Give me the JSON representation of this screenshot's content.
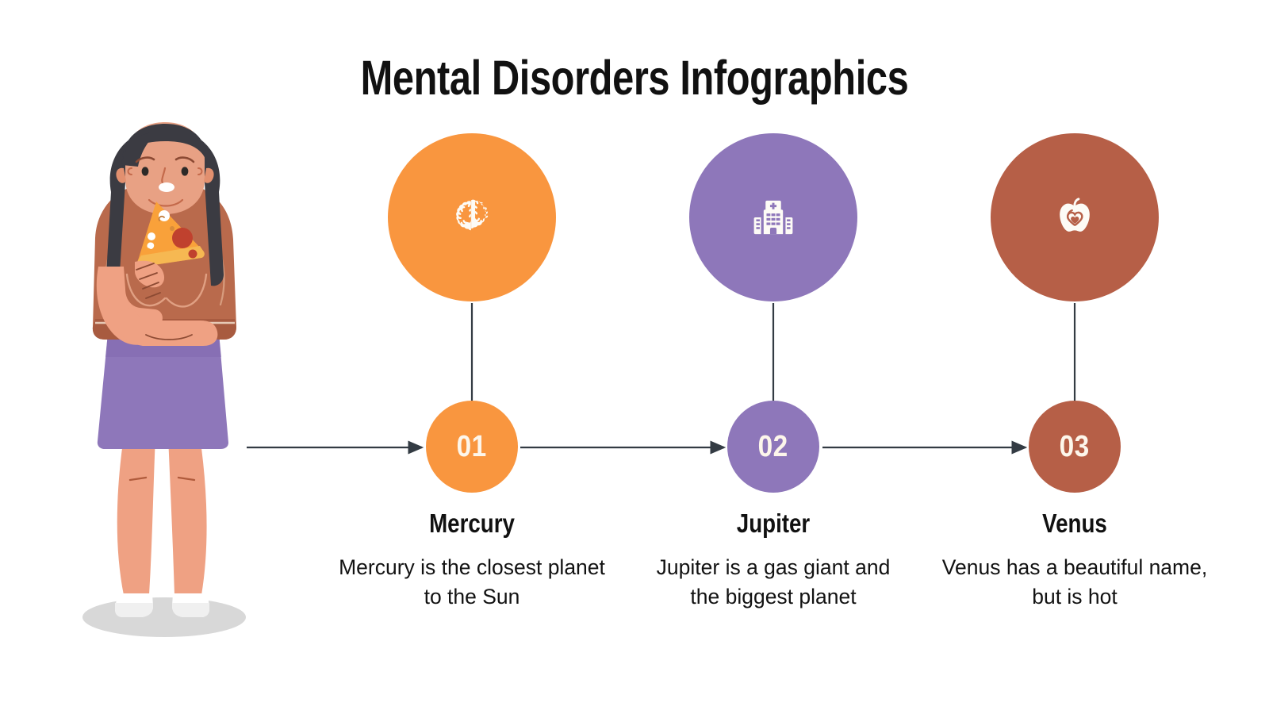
{
  "slide": {
    "title": "Mental Disorders Infographics",
    "background_color": "#FFFFFF"
  },
  "illustration": {
    "name": "woman-eating-pizza-illustration",
    "description": "Flat illustration of a woman with long dark hair eating a slice of pizza",
    "colors": {
      "hair": "#3B3B42",
      "skin": "#EFA183",
      "skin_shadow": "#E2906F",
      "face": "#E8A184",
      "top": "#B96A4C",
      "top_shadow": "#A85B40",
      "skirt": "#8E77BA",
      "skirt_shadow": "#8169AE",
      "shoes": "#FFFFFF",
      "shoe_shadow": "#E8E8E8",
      "floor_shadow": "#D8D8D8",
      "pizza_crust": "#F6B852",
      "pizza_cheese": "#F9A13A",
      "pepperoni": "#C0412E",
      "mushroom": "#FFFFFF",
      "outline": "#8C4A33"
    }
  },
  "steps": [
    {
      "number": "01",
      "title": "Mercury",
      "description": "Mercury is the closest planet to the Sun",
      "color": "#F9963F",
      "number_color": "#FDF6EB",
      "icon": "brain-icon"
    },
    {
      "number": "02",
      "title": "Jupiter",
      "description": "Jupiter is a gas giant and the biggest planet",
      "color": "#8E77BA",
      "number_color": "#FDF6EB",
      "icon": "hospital-icon"
    },
    {
      "number": "03",
      "title": "Venus",
      "description": "Venus has a beautiful name, but is hot",
      "color": "#B65F47",
      "number_color": "#FDF6EB",
      "icon": "apple-heart-icon"
    }
  ],
  "connectors": {
    "line_color": "#333B43",
    "arrow_color": "#333B43",
    "style": "horizontal-arrows-with-vertical-stems"
  }
}
